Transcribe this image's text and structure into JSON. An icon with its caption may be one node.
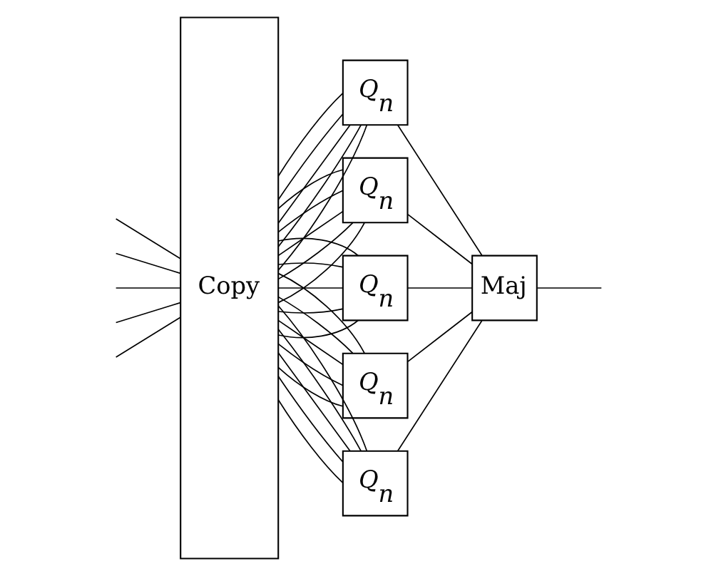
{
  "diagram": {
    "nodes": [
      {
        "text": [
          "Copy"
        ]
      },
      {
        "text": [
          "Q$_{n}$"
        ]
      },
      {
        "text": [
          "Q$_{n}$"
        ]
      },
      {
        "text": [
          "Q$_{n}$"
        ]
      },
      {
        "text": [
          "Q$_{n}$"
        ]
      },
      {
        "text": [
          "Q$_{n}$"
        ]
      },
      {
        "text": [
          "Maj"
        ]
      }
    ],
    "edges": [
      {
        "from": null,
        "to": 0,
        "arrow": "none"
      },
      {
        "from": null,
        "to": 0,
        "arrow": "none"
      },
      {
        "from": null,
        "to": 0,
        "arrow": "none"
      },
      {
        "from": null,
        "to": 0,
        "arrow": "none"
      },
      {
        "from": null,
        "to": 0,
        "arrow": "none"
      },
      {
        "from": 0,
        "to": 1,
        "arrow": "none"
      },
      {
        "from": 0,
        "to": 1,
        "arrow": "none"
      },
      {
        "from": 0,
        "to": 1,
        "arrow": "none"
      },
      {
        "from": 0,
        "to": 1,
        "arrow": "none"
      },
      {
        "from": 0,
        "to": 1,
        "arrow": "none"
      },
      {
        "from": 0,
        "to": 2,
        "arrow": "none"
      },
      {
        "from": 0,
        "to": 2,
        "arrow": "none"
      },
      {
        "from": 0,
        "to": 2,
        "arrow": "none"
      },
      {
        "from": 0,
        "to": 2,
        "arrow": "none"
      },
      {
        "from": 0,
        "to": 2,
        "arrow": "none"
      },
      {
        "from": 0,
        "to": 3,
        "arrow": "none"
      },
      {
        "from": 0,
        "to": 3,
        "arrow": "none"
      },
      {
        "from": 0,
        "to": 3,
        "arrow": "none"
      },
      {
        "from": 0,
        "to": 3,
        "arrow": "none"
      },
      {
        "from": 0,
        "to": 3,
        "arrow": "none"
      },
      {
        "from": 0,
        "to": 4,
        "arrow": "none"
      },
      {
        "from": 0,
        "to": 4,
        "arrow": "none"
      },
      {
        "from": 0,
        "to": 4,
        "arrow": "none"
      },
      {
        "from": 0,
        "to": 4,
        "arrow": "none"
      },
      {
        "from": 0,
        "to": 4,
        "arrow": "none"
      },
      {
        "from": 0,
        "to": 5,
        "arrow": "none"
      },
      {
        "from": 0,
        "to": 5,
        "arrow": "none"
      },
      {
        "from": 0,
        "to": 5,
        "arrow": "none"
      },
      {
        "from": 0,
        "to": 5,
        "arrow": "none"
      },
      {
        "from": 0,
        "to": 5,
        "arrow": "none"
      },
      {
        "from": 1,
        "to": 6,
        "arrow": "none"
      },
      {
        "from": 2,
        "to": 6,
        "arrow": "none"
      },
      {
        "from": 3,
        "to": 6,
        "arrow": "none"
      },
      {
        "from": 4,
        "to": 6,
        "arrow": "none"
      },
      {
        "from": 5,
        "to": 6,
        "arrow": "none"
      },
      {
        "from": 6,
        "to": null,
        "arrow": "none"
      }
    ]
  }
}
